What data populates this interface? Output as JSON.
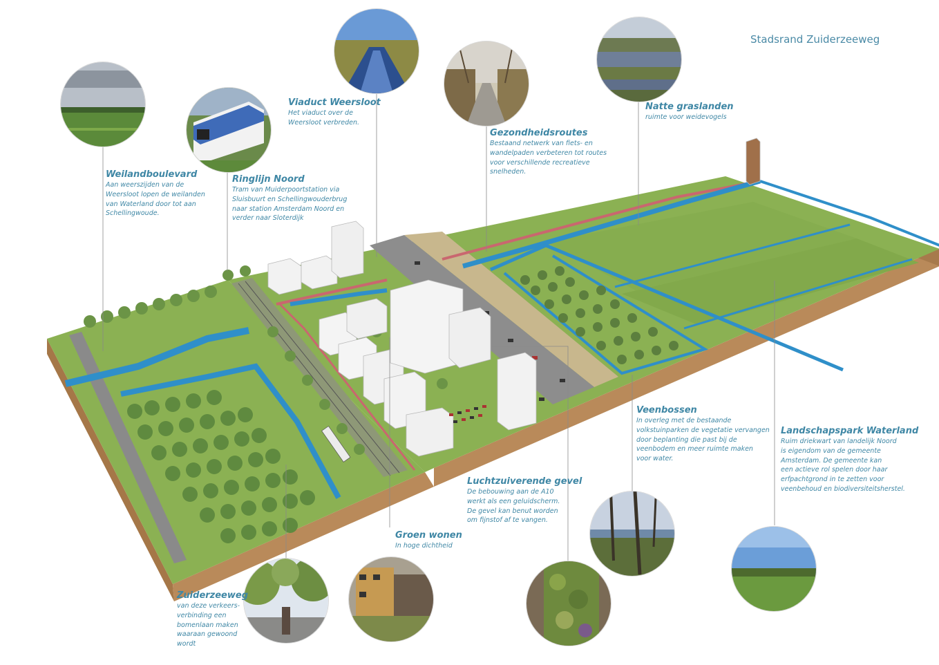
{
  "title": "Stadsrand Zuiderzeeweg",
  "colors": {
    "label": "#3f87a5",
    "grass": "#8bb153",
    "grass_dark": "#6f9a3e",
    "water": "#2f8fc9",
    "soil": "#b98a5a",
    "road": "#8a8a8a",
    "path_red": "#c9676f",
    "building": "#efefef"
  },
  "annotations": [
    {
      "id": "weilandboulevard",
      "heading": "Weilandboulevard",
      "lines": [
        "Aan weerszijden van de",
        "Weersloot lopen de weilanden",
        "van Waterland door tot aan",
        "Schellingwoude."
      ],
      "photo": "meadow-photo-icon"
    },
    {
      "id": "ringlijn-noord",
      "heading": "Ringlijn Noord",
      "lines": [
        "Tram van Muiderpoortstation via",
        "Sluisbuurt en Schellingwouderbrug",
        "naar station Amsterdam Noord en",
        "verder naar Sloterdijk"
      ],
      "photo": "tram-photo-icon"
    },
    {
      "id": "viaduct-weersloot",
      "heading": "Viaduct Weersloot",
      "lines": [
        "Het viaduct over de",
        "Weersloot verbreden."
      ],
      "photo": "canal-photo-icon"
    },
    {
      "id": "gezondheidsroutes",
      "heading": "Gezondheidsroutes",
      "lines": [
        "Bestaand netwerk van fiets- en",
        "wandelpaden verbeteren tot routes",
        "voor verschillende recreatieve",
        "snelheden."
      ],
      "photo": "path-photo-icon"
    },
    {
      "id": "natte-graslanden",
      "heading": "Natte graslanden",
      "lines": [
        "ruimte voor weidevogels"
      ],
      "photo": "wetland-photo-icon"
    },
    {
      "id": "veenbossen",
      "heading": "Veenbossen",
      "lines": [
        "In overleg met de bestaande",
        "volkstuinparken de vegetatie vervangen",
        "door beplanting die past bij de",
        "veenbodem en meer ruimte maken",
        "voor water."
      ],
      "photo": "swamp-forest-photo-icon"
    },
    {
      "id": "landschapspark-waterland",
      "heading": "Landschapspark Waterland",
      "lines": [
        "Ruim driekwart van landelijk Noord",
        "is eigendom van de gemeente",
        "Amsterdam. De gemeente kan",
        "een actieve rol spelen door haar",
        "erfpachtgrond in te zetten voor",
        "veenbehoud en biodiversiteitsherstel."
      ],
      "photo": "landscape-photo-icon"
    },
    {
      "id": "luchtzuiverende-gevel",
      "heading": "Luchtzuiverende gevel",
      "lines": [
        "De bebouwing aan de A10",
        "werkt als een geluidscherm.",
        "De gevel kan benut worden",
        "om fijnstof af te vangen."
      ],
      "photo": "green-wall-photo-icon"
    },
    {
      "id": "groen-wonen",
      "heading": "Groen wonen",
      "lines": [
        "In hoge dichtheid"
      ],
      "photo": "housing-photo-icon"
    },
    {
      "id": "zuiderzeeweg",
      "heading": "Zuiderzeeweg",
      "lines": [
        "van deze verkeers-",
        "verbinding een",
        "bomenlaan maken",
        "waaraan gewoond",
        "wordt"
      ],
      "photo": "avenue-photo-icon"
    }
  ]
}
